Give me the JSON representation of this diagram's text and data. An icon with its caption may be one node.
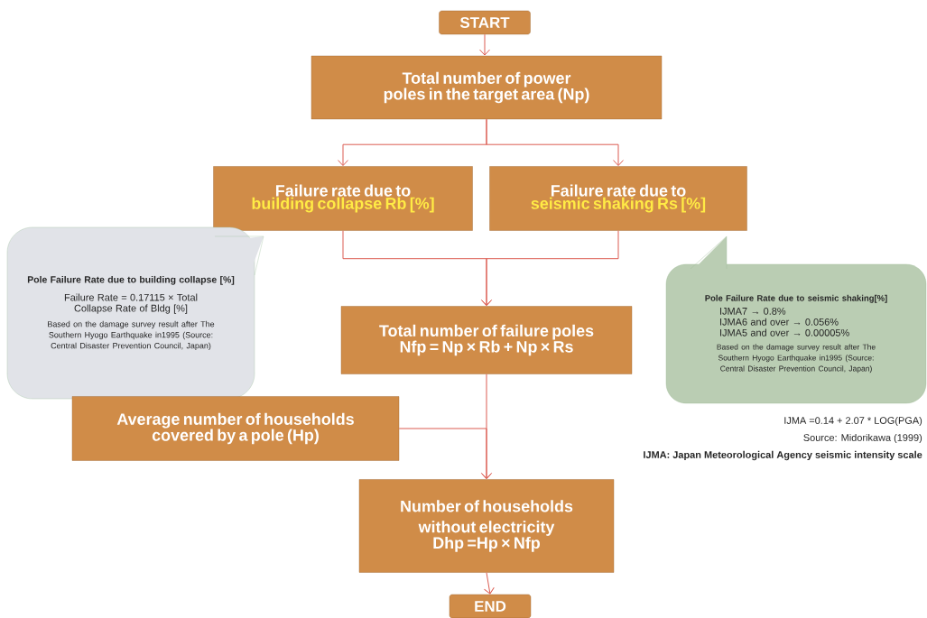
{
  "diagram": {
    "nodes": [
      {
        "text": [
          "START"
        ]
      },
      {
        "text": [
          "Total number of power poles in the target area (Np)"
        ]
      },
      {
        "text": [
          "Failure rate due to",
          "building collapse Rb [%]"
        ]
      },
      {
        "text": [
          "Failure rate due to",
          "seismic shaking Rs [%]"
        ]
      },
      {
        "text": [
          "Pole Failure Rate due to building collapse [%]",
          "Failure Rate  = 0.17115 × Total Collapse Rate of Bldg [%]",
          "Based on the damage survey result after The Southern Hyogo Earthquake in1995 (Source: Central Disaster Prevention Council, Japan)"
        ]
      },
      {
        "text": [
          "Pole Failure Rate due to seismic shaking[%]",
          "IJMA7 → 0.8%",
          "IJMA6 and over → 0.056%",
          "IJMA5 and over → 0.00005%",
          "Based on the damage survey result after  The Southern Hyogo Earthquake in1995 (Source: Central Disaster Prevention Council, Japan)"
        ]
      },
      {
        "text": [
          "Total number of failure poles",
          "Nfp = Np × Rb + Np × Rs"
        ]
      },
      {
        "text": [
          "Average number of households covered by a pole (Hp)"
        ]
      },
      {
        "text": [
          "Number of households without electricity",
          "Dhp =Hp  × Nfp"
        ]
      },
      {
        "text": [
          "END"
        ]
      }
    ],
    "edges": [
      {
        "from": 0,
        "to": 1,
        "arrow": "to"
      },
      {
        "from": 1,
        "to": 2,
        "arrow": "to"
      },
      {
        "from": 1,
        "to": 3,
        "arrow": "to"
      },
      {
        "from": 2,
        "to": 6,
        "arrow": "to"
      },
      {
        "from": 3,
        "to": 6,
        "arrow": "to"
      },
      {
        "from": 6,
        "to": 8,
        "arrow": "to"
      },
      {
        "from": 7,
        "to": 8,
        "arrow": "to"
      },
      {
        "from": 8,
        "to": 9,
        "arrow": "to"
      }
    ],
    "labels": [
      "IJMA =0.14 + 2.07 * LOG(PGA)",
      "Source: Midorikawa (1999)",
      "IJMA: Japan Meteorological Agency seismic intensity scale"
    ]
  }
}
